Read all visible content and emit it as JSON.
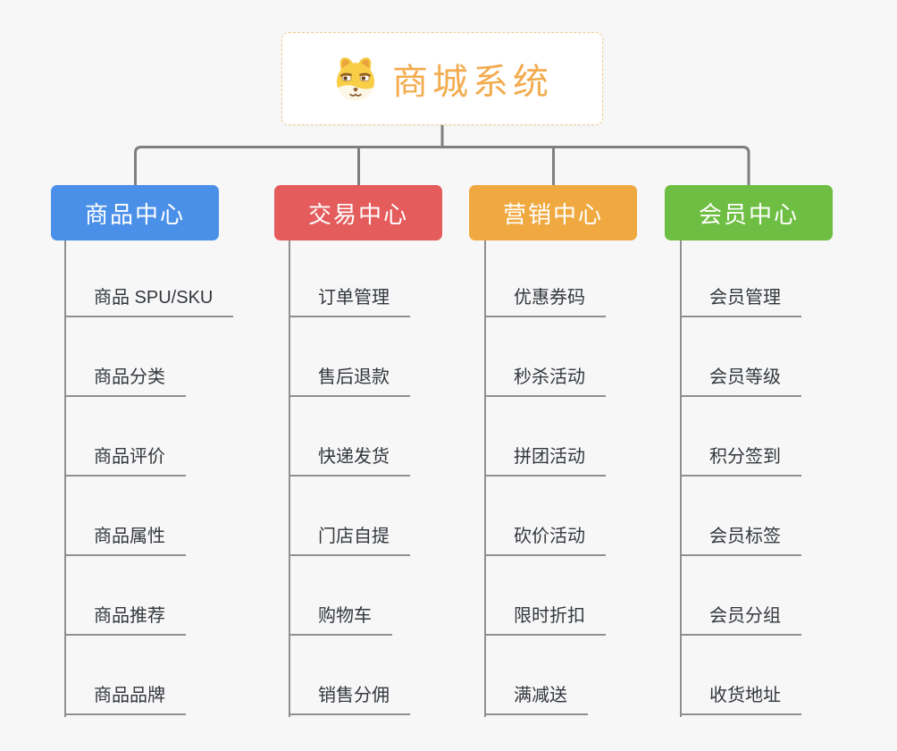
{
  "page": {
    "background_color": "#f7f7f7",
    "connector_color": "#7f7f7f",
    "line_color": "#8f8f8f",
    "leaf_text_color": "#33373d"
  },
  "root": {
    "title": "商城系统",
    "icon": "shiba-dog-icon",
    "text_color": "#f2ac4f",
    "border_color": "#f2ca90"
  },
  "branches": [
    {
      "label": "商品中心",
      "color": "#4b90e8",
      "items": [
        "商品 SPU/SKU",
        "商品分类",
        "商品评价",
        "商品属性",
        "商品推荐",
        "商品品牌"
      ]
    },
    {
      "label": "交易中心",
      "color": "#e45c5c",
      "items": [
        "订单管理",
        "售后退款",
        "快递发货",
        "门店自提",
        "购物车",
        "销售分佣"
      ]
    },
    {
      "label": "营销中心",
      "color": "#efa940",
      "items": [
        "优惠券码",
        "秒杀活动",
        "拼团活动",
        "砍价活动",
        "限时折扣",
        "满减送"
      ]
    },
    {
      "label": "会员中心",
      "color": "#6ebe44",
      "items": [
        "会员管理",
        "会员等级",
        "积分签到",
        "会员标签",
        "会员分组",
        "收货地址"
      ]
    }
  ]
}
